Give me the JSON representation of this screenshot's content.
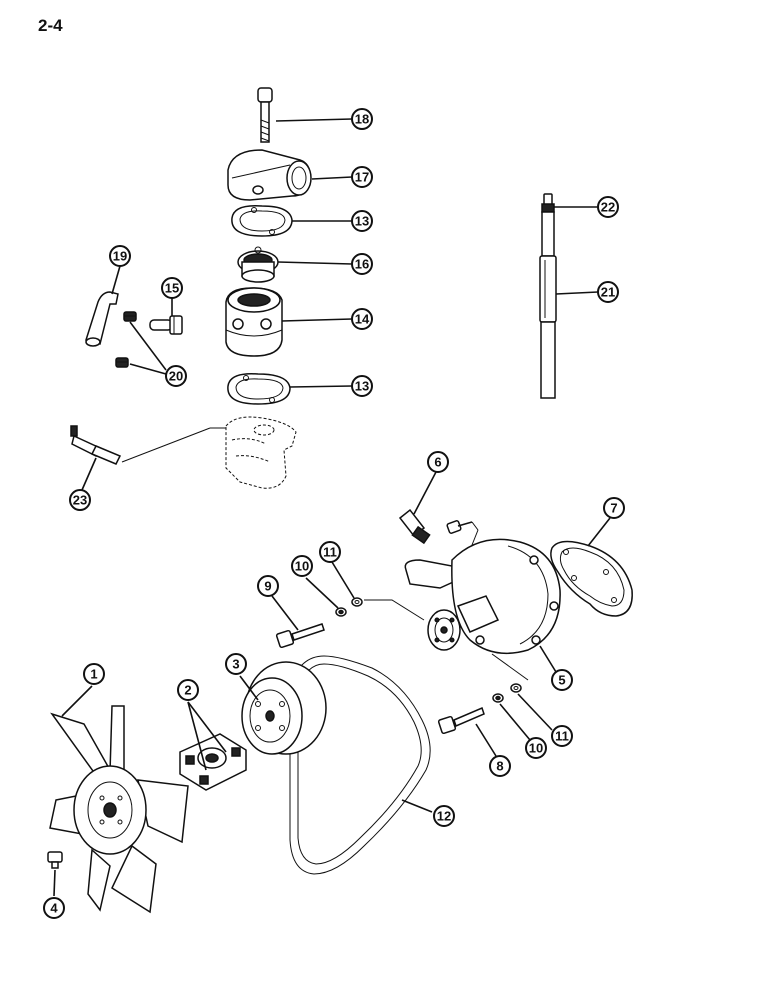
{
  "page": {
    "number": "2-4"
  },
  "callouts": [
    {
      "id": "c18",
      "label": "18"
    },
    {
      "id": "c17",
      "label": "17"
    },
    {
      "id": "c13a",
      "label": "13"
    },
    {
      "id": "c16",
      "label": "16"
    },
    {
      "id": "c14",
      "label": "14"
    },
    {
      "id": "c13b",
      "label": "13"
    },
    {
      "id": "c19",
      "label": "19"
    },
    {
      "id": "c15",
      "label": "15"
    },
    {
      "id": "c20",
      "label": "20"
    },
    {
      "id": "c22",
      "label": "22"
    },
    {
      "id": "c21",
      "label": "21"
    },
    {
      "id": "c23",
      "label": "23"
    },
    {
      "id": "c6",
      "label": "6"
    },
    {
      "id": "c7",
      "label": "7"
    },
    {
      "id": "c11a",
      "label": "11"
    },
    {
      "id": "c10a",
      "label": "10"
    },
    {
      "id": "c9",
      "label": "9"
    },
    {
      "id": "c5",
      "label": "5"
    },
    {
      "id": "c1",
      "label": "1"
    },
    {
      "id": "c2",
      "label": "2"
    },
    {
      "id": "c3",
      "label": "3"
    },
    {
      "id": "c11b",
      "label": "11"
    },
    {
      "id": "c10b",
      "label": "10"
    },
    {
      "id": "c8",
      "label": "8"
    },
    {
      "id": "c12",
      "label": "12"
    },
    {
      "id": "c4",
      "label": "4"
    }
  ]
}
